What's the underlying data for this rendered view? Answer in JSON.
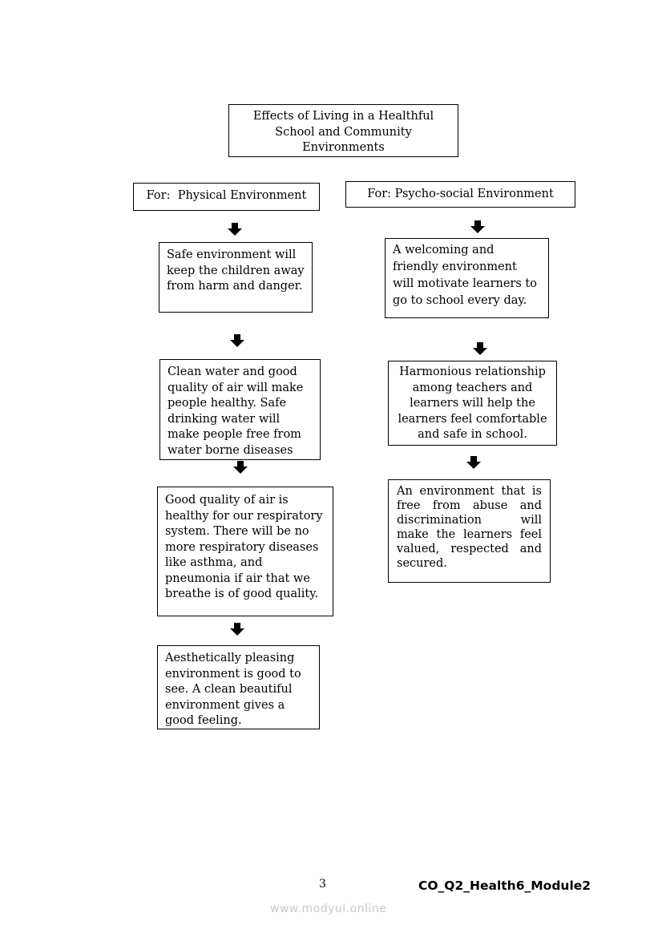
{
  "title": "Effects of Living in a Healthful School and Community Environments",
  "left": {
    "header": "For:  Physical Environment",
    "boxes": [
      "Safe environment will keep the children away from harm and danger.",
      "Clean water and good quality of air will make people healthy. Safe drinking water will make people free from water borne diseases",
      "Good quality of air is healthy for our respiratory system. There will be no more respiratory diseases like asthma, and pneumonia if air that we breathe is of good quality.",
      "Aesthetically pleasing environment is good to see. A clean beautiful environment gives a good feeling."
    ]
  },
  "right": {
    "header": "For: Psycho-social Environment",
    "boxes": [
      "A welcoming and friendly environment will motivate learners to go to school every day.",
      "Harmonious relationship among teachers and learners will help the learners feel comfortable and safe in school.",
      "An environment that is free from abuse and discrimination will make the learners feel valued, respected and secured."
    ]
  },
  "footer": {
    "page_number": "3",
    "module_code": "CO_Q2_Health6_Module2",
    "watermark": "www.modyul.online"
  },
  "icons": {
    "flow_arrow": "arrow-down-icon"
  }
}
